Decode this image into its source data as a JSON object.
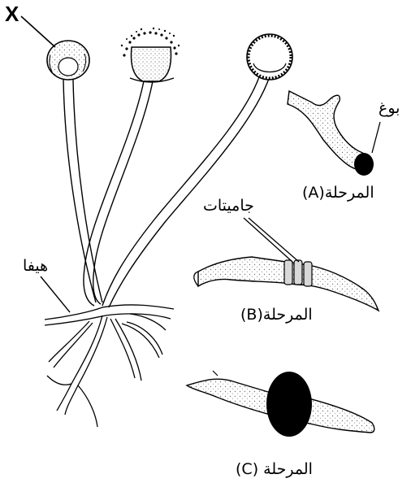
{
  "labels": {
    "x": "X",
    "hypha": "هيفا",
    "spore": "بوغ",
    "gametes": "جاميتات",
    "stage_a": "المرحلة(A)",
    "stage_b": "المرحلة(B)",
    "stage_c": "المرحلة (C)"
  },
  "colors": {
    "ink": "#000000",
    "paper": "#ffffff",
    "stipple": "#b0b0b0"
  }
}
